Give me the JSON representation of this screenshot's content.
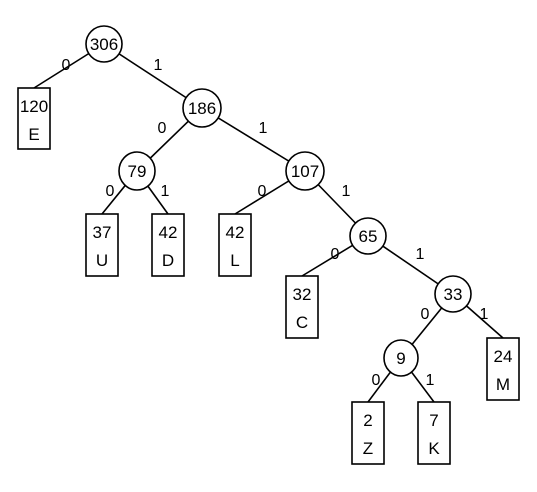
{
  "tree": {
    "nodes": [
      {
        "id": "n306",
        "kind": "internal",
        "weight": "306"
      },
      {
        "id": "n186",
        "kind": "internal",
        "weight": "186"
      },
      {
        "id": "n79",
        "kind": "internal",
        "weight": "79"
      },
      {
        "id": "n107",
        "kind": "internal",
        "weight": "107"
      },
      {
        "id": "n65",
        "kind": "internal",
        "weight": "65"
      },
      {
        "id": "n33",
        "kind": "internal",
        "weight": "33"
      },
      {
        "id": "n9",
        "kind": "internal",
        "weight": "9"
      },
      {
        "id": "leafE",
        "kind": "leaf",
        "weight": "120",
        "symbol": "E"
      },
      {
        "id": "leafU",
        "kind": "leaf",
        "weight": "37",
        "symbol": "U"
      },
      {
        "id": "leafD",
        "kind": "leaf",
        "weight": "42",
        "symbol": "D"
      },
      {
        "id": "leafL",
        "kind": "leaf",
        "weight": "42",
        "symbol": "L"
      },
      {
        "id": "leafC",
        "kind": "leaf",
        "weight": "32",
        "symbol": "C"
      },
      {
        "id": "leafM",
        "kind": "leaf",
        "weight": "24",
        "symbol": "M"
      },
      {
        "id": "leafZ",
        "kind": "leaf",
        "weight": "2",
        "symbol": "Z"
      },
      {
        "id": "leafK",
        "kind": "leaf",
        "weight": "7",
        "symbol": "K"
      }
    ],
    "edges": [
      {
        "from": "n306",
        "to": "leafE",
        "bit": "0"
      },
      {
        "from": "n306",
        "to": "n186",
        "bit": "1"
      },
      {
        "from": "n186",
        "to": "n79",
        "bit": "0"
      },
      {
        "from": "n186",
        "to": "n107",
        "bit": "1"
      },
      {
        "from": "n79",
        "to": "leafU",
        "bit": "0"
      },
      {
        "from": "n79",
        "to": "leafD",
        "bit": "1"
      },
      {
        "from": "n107",
        "to": "leafL",
        "bit": "0"
      },
      {
        "from": "n107",
        "to": "n65",
        "bit": "1"
      },
      {
        "from": "n65",
        "to": "leafC",
        "bit": "0"
      },
      {
        "from": "n65",
        "to": "n33",
        "bit": "1"
      },
      {
        "from": "n33",
        "to": "n9",
        "bit": "0"
      },
      {
        "from": "n33",
        "to": "leafM",
        "bit": "1"
      },
      {
        "from": "n9",
        "to": "leafZ",
        "bit": "0"
      },
      {
        "from": "n9",
        "to": "leafK",
        "bit": "1"
      }
    ]
  }
}
